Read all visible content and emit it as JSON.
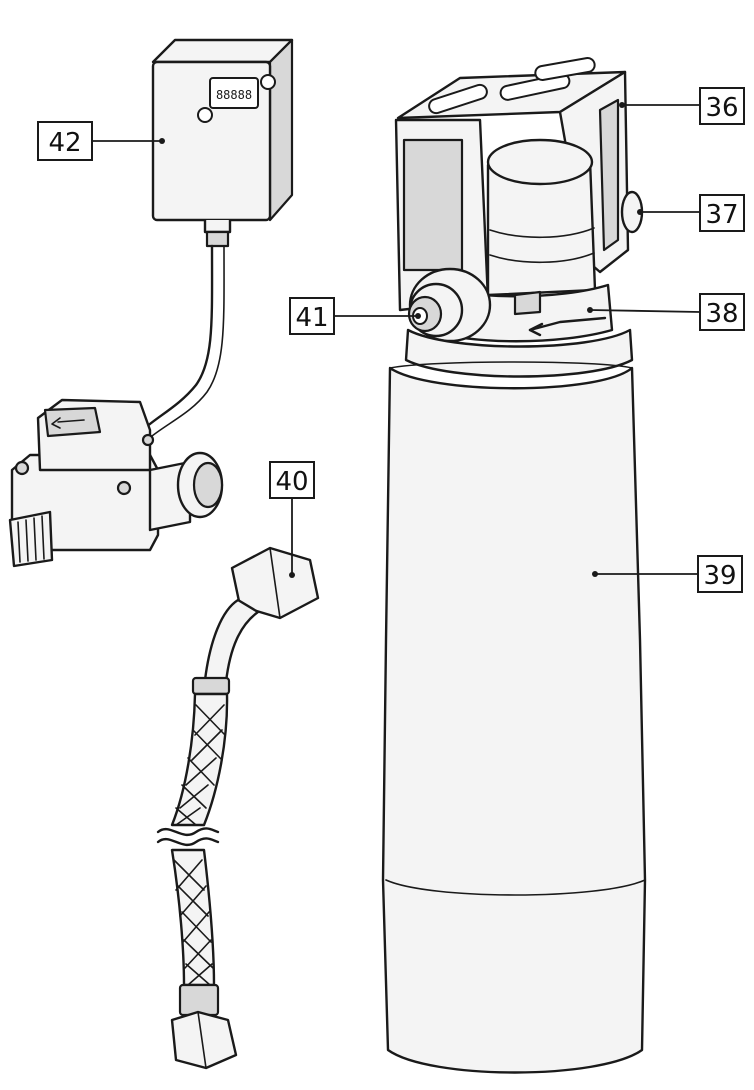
{
  "callouts": {
    "c36": "36",
    "c37": "37",
    "c38": "38",
    "c39": "39",
    "c40": "40",
    "c41": "41",
    "c42": "42"
  },
  "display": {
    "readout": "88888"
  },
  "colors": {
    "line": "#1a1a1a",
    "fill": "#f4f4f4",
    "shade": "#e6e6e6"
  }
}
